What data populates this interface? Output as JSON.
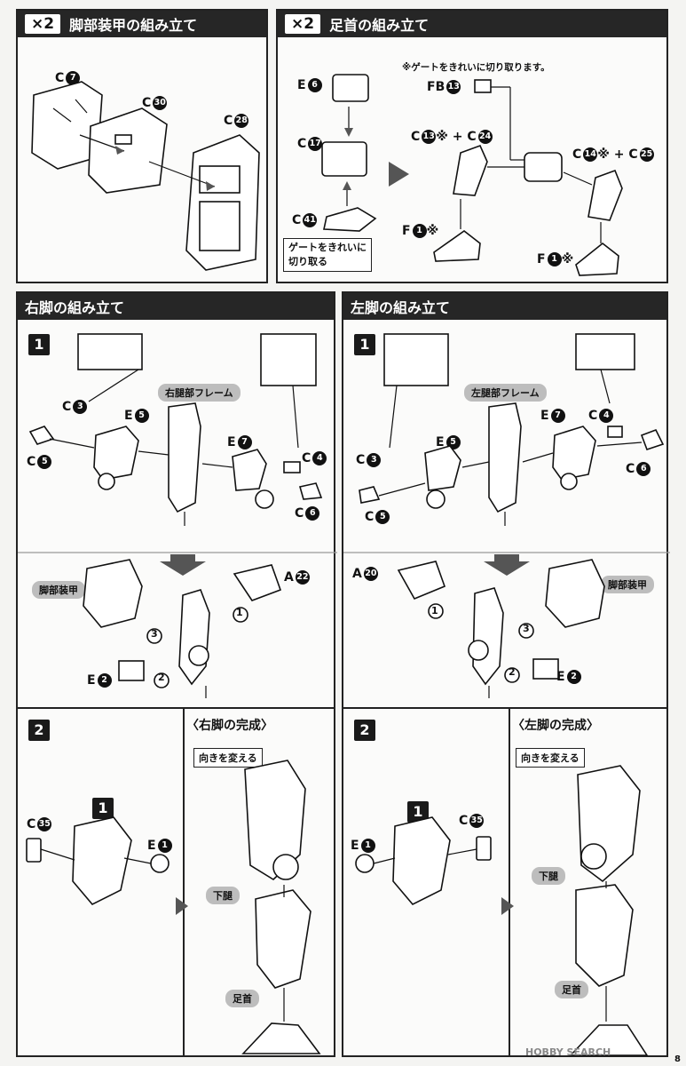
{
  "multiplier": "×2",
  "panel_armor": {
    "title": "脚部装甲の組み立て",
    "parts": [
      {
        "l": "C",
        "n": "7"
      },
      {
        "l": "C",
        "n": "30"
      },
      {
        "l": "C",
        "n": "28"
      }
    ]
  },
  "panel_ankle": {
    "title": "足首の組み立て",
    "note": "※ゲートをきれいに切り取ります。",
    "gate_box": [
      "ゲートをきれいに",
      "切り取る"
    ],
    "parts": [
      {
        "l": "E",
        "n": "6"
      },
      {
        "l": "C",
        "n": "17"
      },
      {
        "l": "C",
        "n": "41"
      },
      {
        "l": "FB",
        "n": "13"
      }
    ],
    "combo_left": {
      "a": "C",
      "an": "13",
      "mark": "※",
      "b": "C",
      "bn": "24"
    },
    "combo_right": {
      "a": "C",
      "an": "14",
      "mark": "※",
      "b": "C",
      "bn": "25"
    },
    "foot_parts": [
      {
        "l": "F",
        "n": "1",
        "mark": "※"
      },
      {
        "l": "F",
        "n": "1",
        "mark": "※"
      }
    ]
  },
  "panel_right": {
    "title": "右脚の組み立て",
    "frame_label": "右腿部フレーム",
    "armor_label": "脚部装甲",
    "step1": "1",
    "step2": "2",
    "parts": [
      {
        "l": "C",
        "n": "3"
      },
      {
        "l": "E",
        "n": "5"
      },
      {
        "l": "C",
        "n": "5"
      },
      {
        "l": "E",
        "n": "7"
      },
      {
        "l": "C",
        "n": "4"
      },
      {
        "l": "C",
        "n": "6"
      },
      {
        "l": "A",
        "n": "22"
      },
      {
        "l": "E",
        "n": "2"
      }
    ],
    "seq": [
      "1",
      "2",
      "3"
    ],
    "complete": "〈右脚の完成〉",
    "turn": "向きを変える",
    "shin": "下腿",
    "ankle": "足首",
    "s2parts": [
      {
        "l": "C",
        "n": "35"
      },
      {
        "l": "E",
        "n": "1"
      }
    ],
    "s2step": "1"
  },
  "panel_left": {
    "title": "左脚の組み立て",
    "frame_label": "左腿部フレーム",
    "armor_label": "脚部装甲",
    "step1": "1",
    "step2": "2",
    "parts": [
      {
        "l": "E",
        "n": "7"
      },
      {
        "l": "C",
        "n": "4"
      },
      {
        "l": "C",
        "n": "3"
      },
      {
        "l": "E",
        "n": "5"
      },
      {
        "l": "C",
        "n": "6"
      },
      {
        "l": "C",
        "n": "5"
      },
      {
        "l": "A",
        "n": "20"
      },
      {
        "l": "E",
        "n": "2"
      }
    ],
    "seq": [
      "1",
      "2",
      "3"
    ],
    "complete": "〈左脚の完成〉",
    "turn": "向きを変える",
    "shin": "下腿",
    "ankle": "足首",
    "s2parts": [
      {
        "l": "E",
        "n": "1"
      },
      {
        "l": "C",
        "n": "35"
      }
    ],
    "s2step": "1"
  },
  "watermark": "HOBBY SEARCH",
  "page_number": "8"
}
